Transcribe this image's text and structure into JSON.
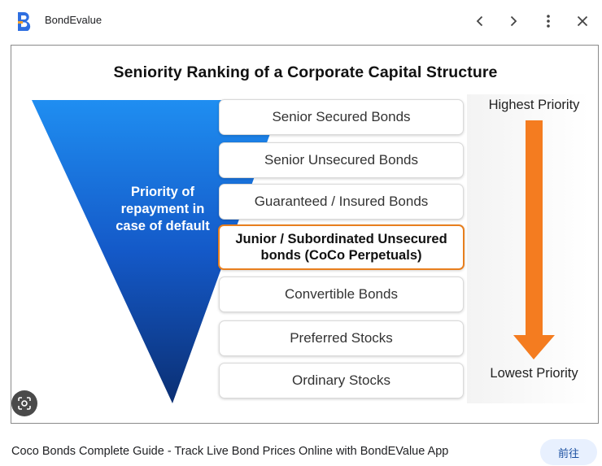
{
  "header": {
    "app_name": "BondEvalue",
    "icons": {
      "prev": "chevron-left-icon",
      "next": "chevron-right-icon",
      "more": "more-vertical-icon",
      "close": "close-icon"
    }
  },
  "infographic": {
    "title": "Seniority Ranking of a Corporate Capital Structure",
    "triangle_label": "Priority of repayment in case of default",
    "bonds": [
      "Senior Secured Bonds",
      "Senior Unsecured Bonds",
      "Guaranteed / Insured Bonds",
      "Junior / Subordinated Unsecured bonds (CoCo Perpetuals)",
      "Convertible Bonds",
      "Preferred Stocks",
      "Ordinary Stocks"
    ],
    "highlighted_index": 3,
    "highest_priority": "Highest Priority",
    "lowest_priority": "Lowest Priority",
    "colors": {
      "triangle_top": "#1f8ef1",
      "triangle_bottom": "#0b2f73",
      "arrow": "#f47c20",
      "highlight_border": "#e87f1e"
    }
  },
  "lens_icon": "lens-search-icon",
  "caption": "Coco Bonds Complete Guide - Track Live Bond Prices Online with BondEValue App",
  "visit_button": "前往"
}
